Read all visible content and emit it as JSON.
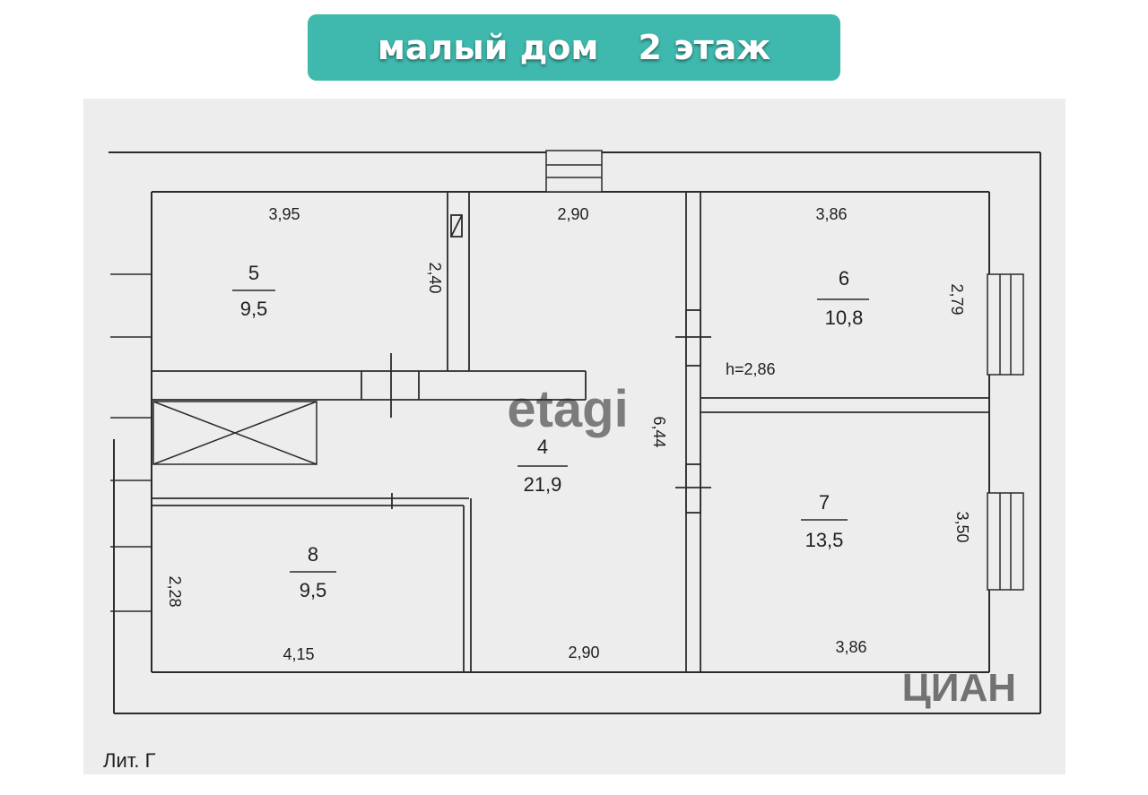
{
  "header": {
    "title_left": "малый дом",
    "title_right": "2 этаж",
    "badge_color": "#3fb8ad"
  },
  "plan": {
    "rooms": [
      {
        "number": "5",
        "area": "9,5"
      },
      {
        "number": "6",
        "area": "10,8"
      },
      {
        "number": "4",
        "area": "21,9"
      },
      {
        "number": "7",
        "area": "13,5"
      },
      {
        "number": "8",
        "area": "9,5"
      }
    ],
    "dimensions": {
      "r5_width": "3,95",
      "r5_height": "2,40",
      "r4_top_width": "2,90",
      "r6_width": "3,86",
      "r6_height": "2,79",
      "ceiling_height": "h=2,86",
      "r4_length": "6,44",
      "r7_height": "3,50",
      "r8_height": "2,28",
      "r8_width": "4,15",
      "r4_bottom_width": "2,90",
      "r7_width": "3,86"
    },
    "sheet_label": "Лит. Г",
    "watermarks": [
      "etagi",
      "ЦИАН"
    ]
  }
}
